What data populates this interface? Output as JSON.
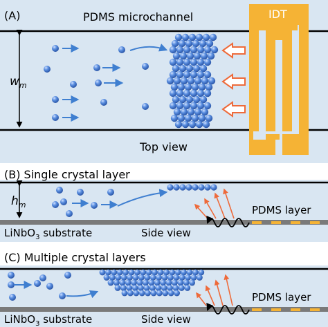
{
  "panel_a": {
    "label": "(A)",
    "channel_label": "PDMS microchannel",
    "idt_label": "IDT",
    "width_symbol": "w",
    "width_sub": "m",
    "view_label": "Top view"
  },
  "panel_b": {
    "label": "(B) Single crystal layer",
    "height_symbol": "h",
    "height_sub": "m",
    "pdms_layer": "PDMS layer",
    "substrate_main": "LiNbO",
    "substrate_sub": "3",
    "substrate_rest": " substrate",
    "view_label": "Side view"
  },
  "panel_c": {
    "label": "(C) Multiple crystal layers",
    "pdms_layer": "PDMS layer",
    "substrate_main": "LiNbO",
    "substrate_sub": "3",
    "substrate_rest": " substrate",
    "view_label": "Side view"
  },
  "colors": {
    "channel_fill": "#d9e6f2",
    "particle": "#4a78c8",
    "flow_arrow": "#3f7fd0",
    "idt": "#f5b335",
    "acoustic_arrow": "#ee6a3a",
    "substrate": "#7a7a7a"
  }
}
